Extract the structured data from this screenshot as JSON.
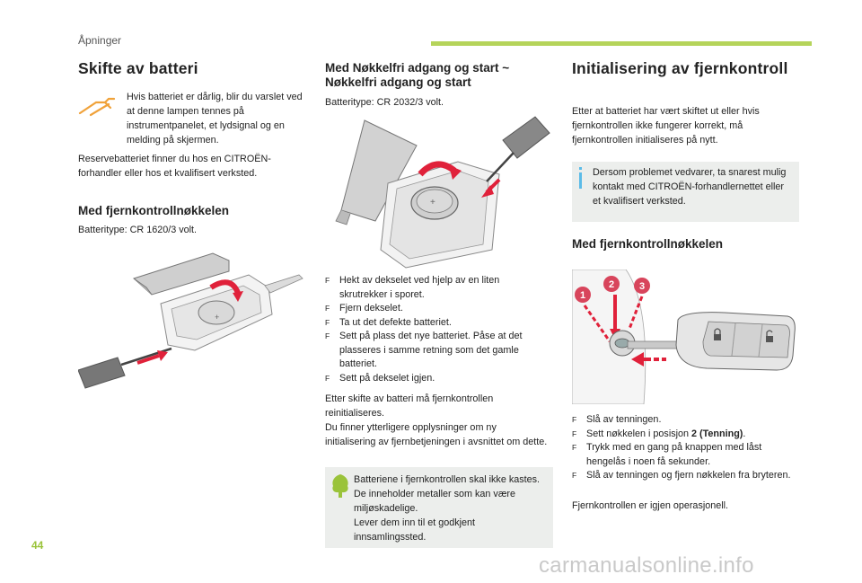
{
  "header": {
    "section_label": "Åpninger",
    "accent_color": "#b5d45a"
  },
  "col1": {
    "title": "Skifte av batteri",
    "warning_text": "Hvis batteriet er dårlig, blir du varslet ved at denne lampen tennes på instrumentpanelet, et lydsignal og en melding på skjermen.",
    "reserve_text": "Reservebatteriet finner du hos en CITROËN-forhandler eller hos et kvalifisert verksted.",
    "subheading": "Med fjernkontrollnøkkelen",
    "battery_type": "Batteritype: CR 1620/3 volt."
  },
  "col2": {
    "title": "Med Nøkkelfri adgang og start ~ Nøkkelfri adgang og start",
    "battery_type": "Batteritype: CR 2032/3 volt.",
    "steps": [
      "Hekt av dekselet ved hjelp av en liten skrutrekker i sporet.",
      "Fjern dekselet.",
      "Ta ut det defekte batteriet.",
      "Sett på plass det nye batteriet. Påse at det plasseres i samme retning som det gamle batteriet.",
      "Sett på dekselet igjen."
    ],
    "after_text": "Etter skifte av batteri må fjernkontrollen reinitialiseres.",
    "more_info": "Du finner ytterligere opplysninger om ny initialisering av fjernbetjeningen i avsnittet om dette.",
    "eco_note": "Batteriene i fjernkontrollen skal ikke kastes. De inneholder metaller som kan være miljøskadelige.",
    "eco_note2": "Lever dem inn til et godkjent innsamlingssted."
  },
  "col3": {
    "title": "Initialisering av fjernkontroll",
    "intro": "Etter at batteriet har vært skiftet ut eller hvis fjernkontrollen ikke fungerer korrekt, må fjernkontrollen initialiseres på nytt.",
    "info_note": "Dersom problemet vedvarer, ta snarest mulig kontakt med CITROËN-forhandlernettet eller et kvalifisert verksted.",
    "subheading": "Med fjernkontrollnøkkelen",
    "callouts": [
      "1",
      "2",
      "3"
    ],
    "steps": [
      "Slå av tenningen.",
      "Sett nøkkelen i posisjon",
      "Trykk med en gang på knappen med låst hengelås i noen få sekunder.",
      "Slå av tenningen og fjern nøkkelen fra bryteren."
    ],
    "step2_bold": "2 (Tenning)",
    "step2_end": ".",
    "conclusion": "Fjernkontrollen er igjen operasjonell."
  },
  "footer": {
    "page_number": "44",
    "watermark": "carmanualsonline.info"
  },
  "colors": {
    "callout": "#d8455c",
    "arrow": "#e0213a",
    "info": "#5bbbe8",
    "eco": "#9ac33a"
  },
  "icons": [
    "battery-warning-icon",
    "leaf-tree-icon",
    "info-icon",
    "padlock-icon"
  ]
}
